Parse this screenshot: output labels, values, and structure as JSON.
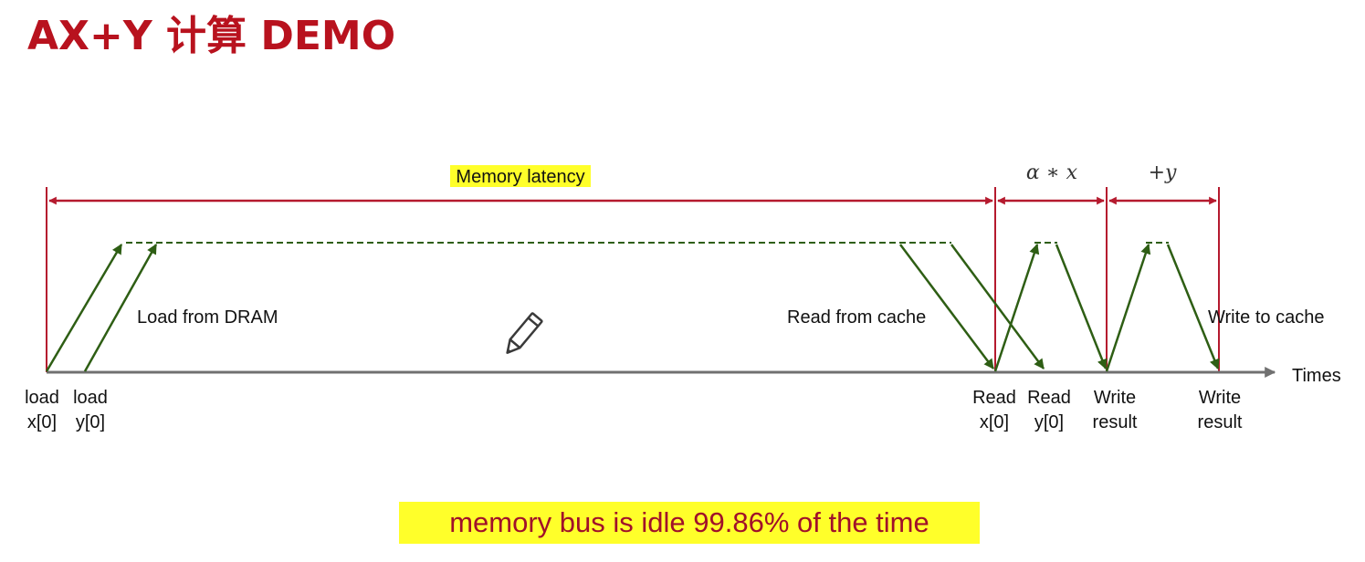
{
  "slide": {
    "title": "AX+Y 计算 DEMO",
    "footer_note": "memory bus is idle 99.86% of the time"
  },
  "diagram": {
    "time_axis_label": "Times",
    "span_labels": {
      "memory_latency": "Memory latency",
      "multiply": "α ∗ x",
      "add": "+y"
    },
    "phase_labels": {
      "load_from_dram": "Load from DRAM",
      "read_from_cache": "Read from cache",
      "write_to_cache": "Write to cache"
    },
    "events": [
      {
        "line1": "load",
        "line2": "x[0]"
      },
      {
        "line1": "load",
        "line2": "y[0]"
      },
      {
        "line1": "Read",
        "line2": "x[0]"
      },
      {
        "line1": "Read",
        "line2": "y[0]"
      },
      {
        "line1": "Write",
        "line2": "result"
      },
      {
        "line1": "Write",
        "line2": "result"
      }
    ]
  },
  "colors": {
    "title": "#b8121e",
    "span_arrow": "#b51a2e",
    "operation_arrow": "#2e5e14",
    "axis": "#707070",
    "highlight": "#ffff2a",
    "footer_text": "#a0102a"
  },
  "icons": [
    "pencil-icon"
  ]
}
